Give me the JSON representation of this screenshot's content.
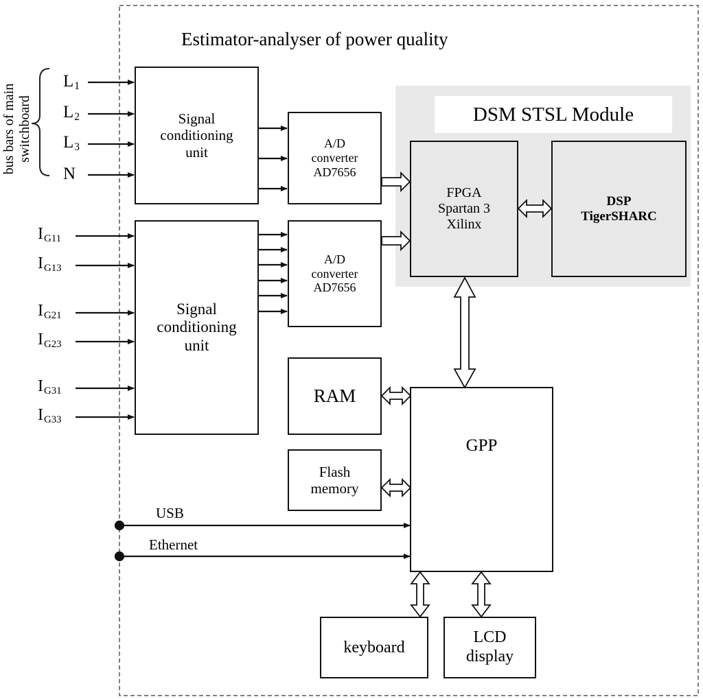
{
  "title": "Estimator-analyser of power quality",
  "bus_label_line1": "bus bars of main",
  "bus_label_line2": "switchboard",
  "voltage_inputs": [
    {
      "main": "L",
      "sub": "1"
    },
    {
      "main": "L",
      "sub": "2"
    },
    {
      "main": "L",
      "sub": "3"
    },
    {
      "main": "N",
      "sub": ""
    }
  ],
  "current_inputs": [
    {
      "main": "I",
      "sub": "G11"
    },
    {
      "main": "I",
      "sub": "G13"
    },
    {
      "main": "I",
      "sub": "G21"
    },
    {
      "main": "I",
      "sub": "G23"
    },
    {
      "main": "I",
      "sub": "G31"
    },
    {
      "main": "I",
      "sub": "G33"
    }
  ],
  "scu_top": {
    "line1": "Signal",
    "line2": "conditioning",
    "line3": "unit"
  },
  "scu_bottom": {
    "line1": "Signal",
    "line2": "conditioning",
    "line3": "unit"
  },
  "adc_top": {
    "line1": "A/D",
    "line2": "converter",
    "line3": "AD7656"
  },
  "adc_bottom": {
    "line1": "A/D",
    "line2": "converter",
    "line3": "AD7656"
  },
  "module_title": "DSM STSL Module",
  "fpga": {
    "line1": "FPGA",
    "line2": "Spartan 3",
    "line3": "Xilinx"
  },
  "dsp": {
    "line1": "DSP",
    "line2": "TigerSHARC"
  },
  "ram": "RAM",
  "flash": {
    "line1": "Flash",
    "line2": "memory"
  },
  "gpp": "GPP",
  "usb": "USB",
  "ethernet": "Ethernet",
  "keyboard": "keyboard",
  "lcd": {
    "line1": "LCD",
    "line2": "display"
  }
}
